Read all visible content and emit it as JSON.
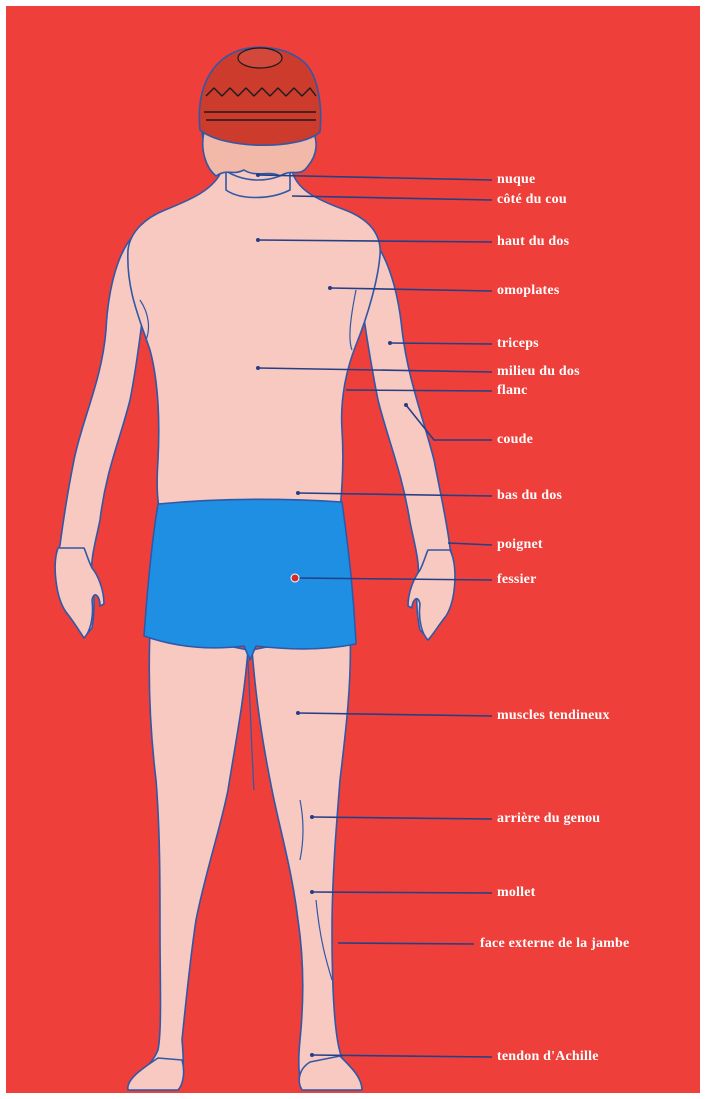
{
  "diagram": {
    "colors": {
      "background": "#ee3f3b",
      "skin": "#f8c9c0",
      "outline": "#2f59a8",
      "shorts": "#1e8fe3",
      "hat": "#cc3b2c",
      "hair": "#f2b9a9",
      "label_text": "#ffffff",
      "leader_line": "#243f86",
      "highlight_dot": "#d42b2b"
    },
    "labels": [
      {
        "id": "nuque",
        "text": "nuque"
      },
      {
        "id": "cote-du-cou",
        "text": "côté du cou"
      },
      {
        "id": "haut-du-dos",
        "text": "haut du dos"
      },
      {
        "id": "omoplates",
        "text": "omoplates"
      },
      {
        "id": "triceps",
        "text": "triceps"
      },
      {
        "id": "milieu-du-dos",
        "text": "milieu du dos"
      },
      {
        "id": "flanc",
        "text": "flanc"
      },
      {
        "id": "coude",
        "text": "coude"
      },
      {
        "id": "bas-du-dos",
        "text": "bas du dos"
      },
      {
        "id": "poignet",
        "text": "poignet"
      },
      {
        "id": "fessier",
        "text": "fessier",
        "highlighted": true
      },
      {
        "id": "muscles-tendineux",
        "text": "muscles tendineux"
      },
      {
        "id": "arriere-du-genou",
        "text": "arrière du genou"
      },
      {
        "id": "mollet",
        "text": "mollet"
      },
      {
        "id": "face-externe-de-la-jambe",
        "text": "face externe de la jambe"
      },
      {
        "id": "tendon-d-achille",
        "text": "tendon d'Achille"
      }
    ]
  }
}
